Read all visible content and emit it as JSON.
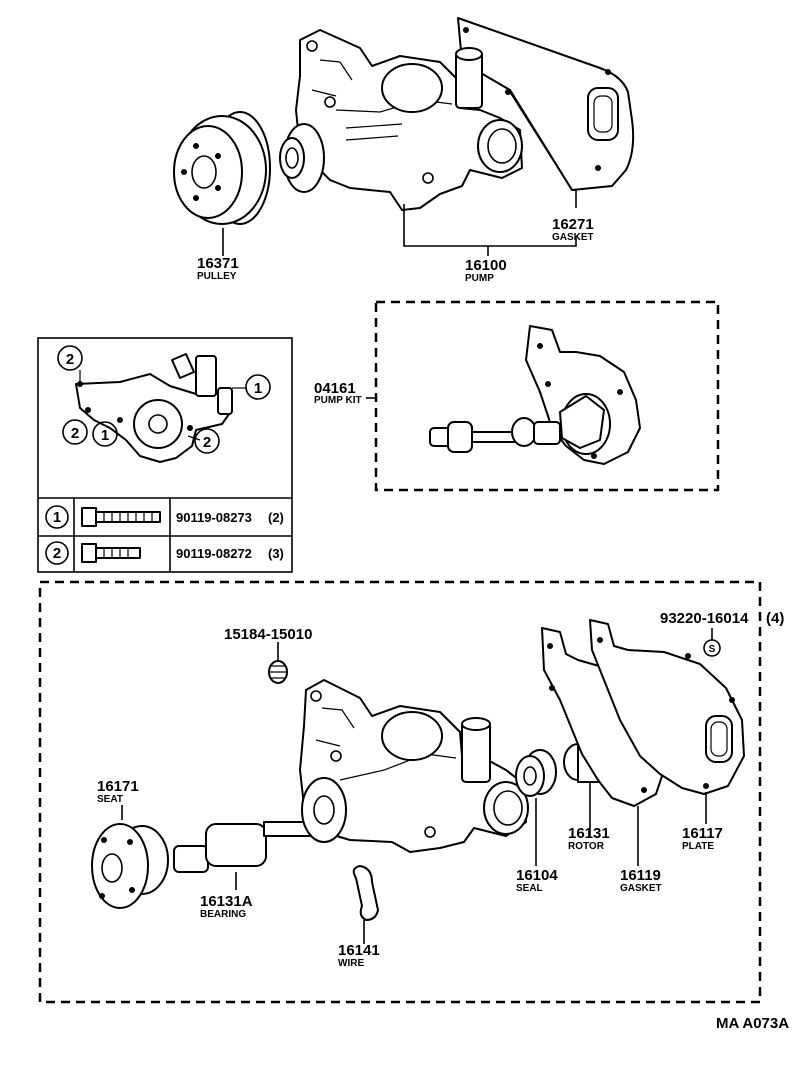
{
  "diagram_code": "MA A073A",
  "parts": {
    "pulley": {
      "number": "16371",
      "name": "PULLEY"
    },
    "pump": {
      "number": "16100",
      "name": "PUMP"
    },
    "gasket_top": {
      "number": "16271",
      "name": "GASKET"
    },
    "pump_kit": {
      "number": "04161",
      "name": "PUMP KIT"
    },
    "grommet": {
      "number": "15184-15010"
    },
    "stud": {
      "number": "93220-16014",
      "qty": "(4)",
      "symbol": "S"
    },
    "seat": {
      "number": "16171",
      "name": "SEAT"
    },
    "bearing": {
      "number": "16131A",
      "name": "BEARING"
    },
    "wire": {
      "number": "16141",
      "name": "WIRE"
    },
    "seal": {
      "number": "16104",
      "name": "SEAL"
    },
    "rotor": {
      "number": "16131",
      "name": "ROTOR"
    },
    "gasket_plate": {
      "number": "16119",
      "name": "GASKET"
    },
    "plate": {
      "number": "16117",
      "name": "PLATE"
    }
  },
  "bolt_table": {
    "rows": [
      {
        "ref": "1",
        "part_number": "90119-08273",
        "qty": "(2)"
      },
      {
        "ref": "2",
        "part_number": "90119-08272",
        "qty": "(3)"
      }
    ]
  },
  "callouts": {
    "c2_top_left": "2",
    "c1_right": "1",
    "c2_bottom_left": "2",
    "c1_bottom": "1",
    "c2_bottom_right": "2"
  }
}
